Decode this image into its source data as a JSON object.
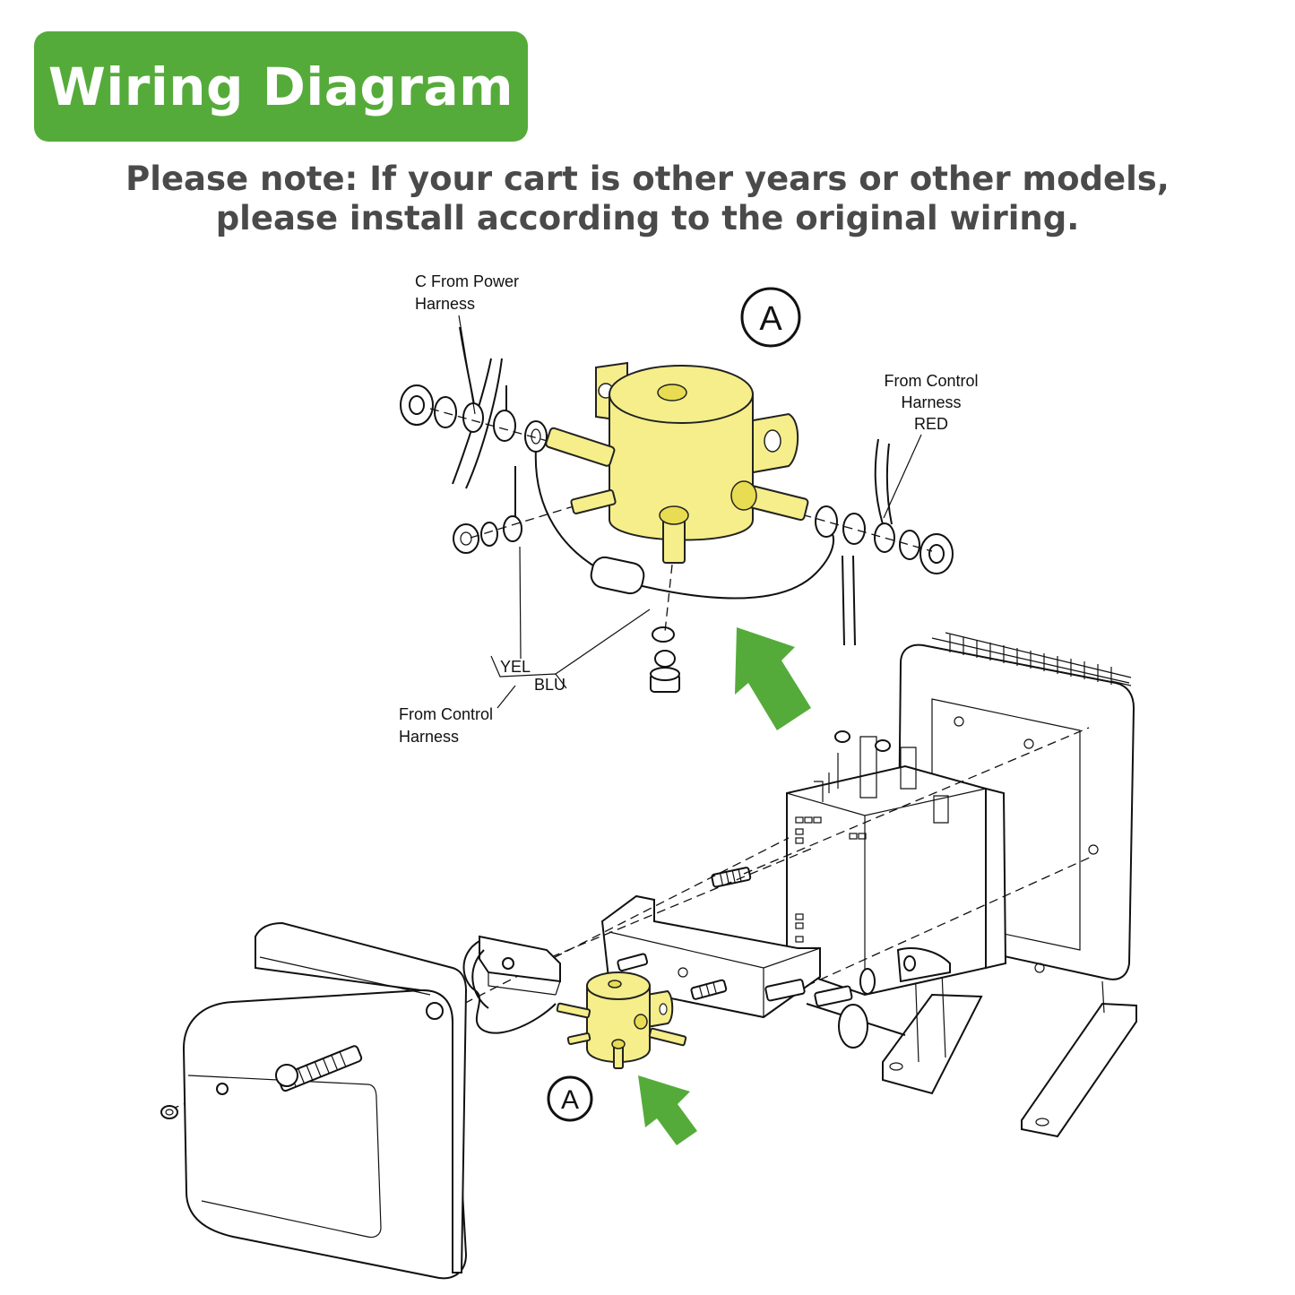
{
  "header": {
    "title": "Wiring Diagram"
  },
  "note": {
    "line1": "Please note: If your cart is other years or other models,",
    "line2": "please install according to the original wiring."
  },
  "labels": {
    "power_line1": "C From Power",
    "power_line2": "Harness",
    "control_red_line1": "From Control",
    "control_red_line2": "Harness",
    "control_red_line3": "RED",
    "yel": "YEL",
    "blu": "BLU",
    "control_bottom_line1": "From Control",
    "control_bottom_line2": "Harness",
    "callout_top": "A",
    "callout_bottom": "A"
  },
  "colors": {
    "header_green": "#55ab3a",
    "arrow_green": "#55ab3a",
    "solenoid_yellow": "#f5ee8a",
    "note_gray": "#4a4a4a"
  }
}
